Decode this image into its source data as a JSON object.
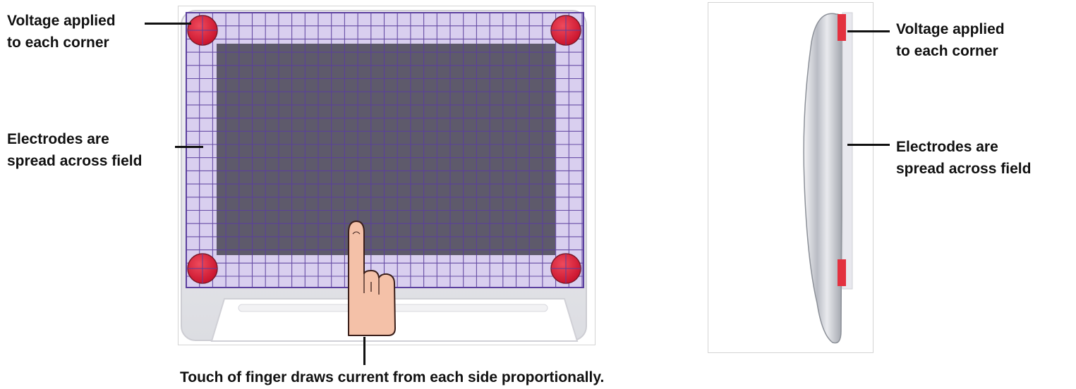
{
  "front_view": {
    "label_voltage": [
      "Voltage applied",
      "to each corner"
    ],
    "label_electrodes": [
      "Electrodes are",
      "spread across field"
    ],
    "caption": "Touch of finger draws current from each side proportionally."
  },
  "side_view": {
    "label_voltage": [
      "Voltage applied",
      "to each corner"
    ],
    "label_electrodes": [
      "Electrodes are",
      "spread across field"
    ]
  },
  "colors": {
    "grid_line": "#5b3f9e",
    "grid_fill": "#d9cfef",
    "panel_dark": "#5e5a6b",
    "corner_electrode": "#d8213a",
    "finger_fill": "#f4c1a8",
    "side_strip": "#e3313f"
  },
  "icons": [
    "finger-pointer-icon",
    "corner-electrode-icon"
  ]
}
